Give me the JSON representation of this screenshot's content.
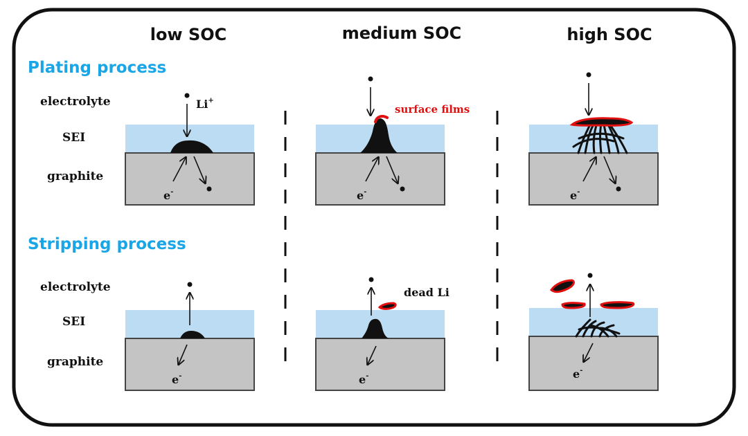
{
  "colors": {
    "accent": "#1aa6e6",
    "red": "#e01010",
    "sei": "#bcdcf3",
    "graphite": "#c4c4c4",
    "deposit": "#111111"
  },
  "columns": [
    "low SOC",
    "medium SOC",
    "high SOC"
  ],
  "sections": {
    "plating": "Plating process",
    "stripping": "Stripping process"
  },
  "layers": {
    "electrolyte": "electrolyte",
    "sei": "SEI",
    "graphite": "graphite"
  },
  "labels": {
    "li_ion": "Li",
    "li_ion_sup": "+",
    "electron": "e",
    "electron_sup": "-",
    "surface_films": "surface films",
    "dead_li": "dead Li"
  }
}
